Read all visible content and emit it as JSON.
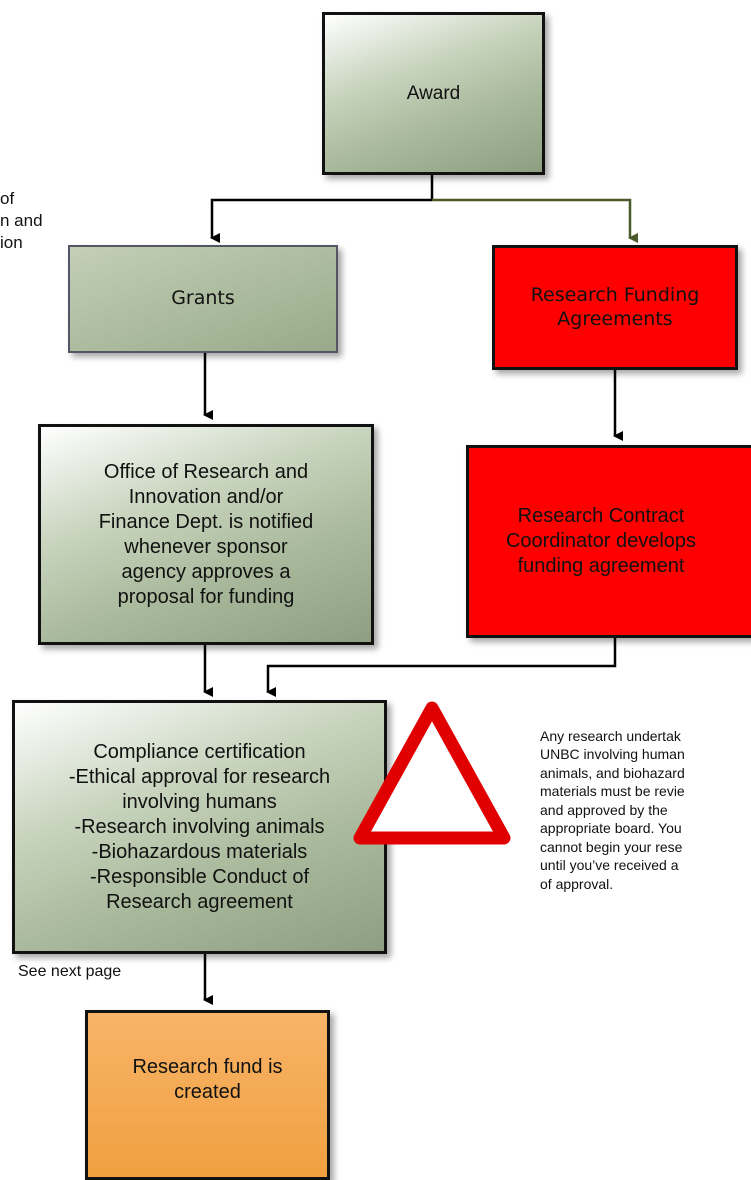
{
  "side_note": "of\nn and\nion",
  "boxes": {
    "award": "Award",
    "grants": "Grants",
    "research_funding_agreements": "Research Funding\nAgreements",
    "office_notified": "Office of Research and\nInnovation and/or\nFinance Dept. is notified\nwhenever sponsor\nagency approves a\nproposal for funding",
    "contract_coordinator": "Research Contract\nCoordinator develops\nfunding agreement",
    "compliance": "Compliance certification\n-Ethical approval for research\ninvolving humans\n-Research involving animals\n-Biohazardous materials\n-Responsible Conduct of\nResearch agreement",
    "fund_created": "Research fund is\ncreated"
  },
  "see_next_page": "See next page",
  "warning_note": "Any research undertak\nUNBC involving human\nanimals, and biohazard\nmaterials must be revie\nand approved by the\nappropriate board. You\ncannot begin your rese\nuntil you’ve received a\nof approval.",
  "colors": {
    "green_box": "#a9b99b",
    "red_box": "#ff0000",
    "orange_box": "#f0a040",
    "warning_triangle_border": "#e00000",
    "connector_green": "#4a5a2a"
  },
  "icons": [
    "warning-triangle-icon"
  ]
}
